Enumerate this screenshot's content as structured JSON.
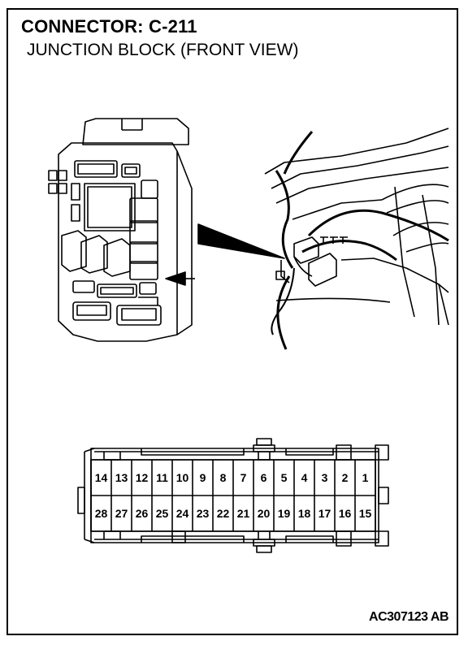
{
  "header": {
    "title": "CONNECTOR: C-211",
    "subtitle": "JUNCTION BLOCK (FRONT VIEW)"
  },
  "connector": {
    "top_row": [
      "14",
      "13",
      "12",
      "11",
      "10",
      "9",
      "8",
      "7",
      "6",
      "5",
      "4",
      "3",
      "2",
      "1"
    ],
    "bottom_row": [
      "28",
      "27",
      "26",
      "25",
      "24",
      "23",
      "22",
      "21",
      "20",
      "19",
      "18",
      "17",
      "16",
      "15"
    ]
  },
  "footer": {
    "figure_code": "AC307123 AB"
  }
}
